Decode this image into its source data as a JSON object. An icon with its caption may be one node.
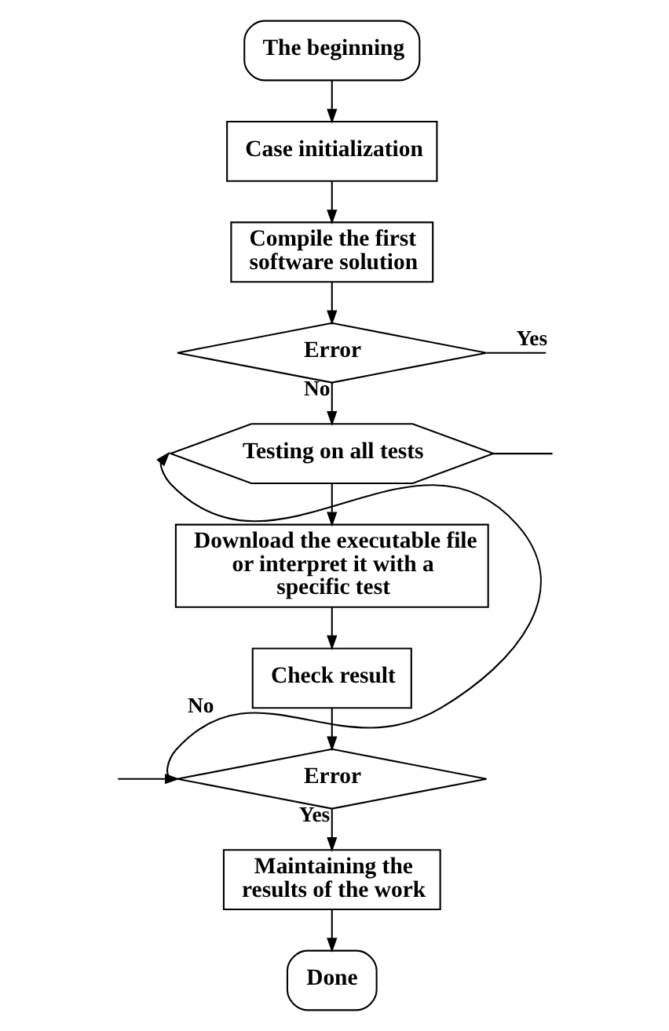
{
  "diagram": {
    "nodes": [
      {
        "text": [
          "The beginning"
        ]
      },
      {
        "text": [
          "Case initialization"
        ]
      },
      {
        "text": [
          "Compile the first software solution"
        ]
      },
      {
        "text": [
          "Error"
        ]
      },
      {
        "text": [
          "Testing on all tests"
        ]
      },
      {
        "text": [
          "Download the executable file or interpret it with a specific test"
        ]
      },
      {
        "text": [
          "Check result"
        ]
      },
      {
        "text": [
          "Error"
        ]
      },
      {
        "text": [
          "Maintaining the results of the work"
        ]
      },
      {
        "text": [
          "Done"
        ]
      }
    ],
    "edges": [
      {
        "from": 0,
        "to": 1,
        "arrow": "to"
      },
      {
        "from": 1,
        "to": 2,
        "arrow": "to"
      },
      {
        "from": 2,
        "to": 3,
        "arrow": "to"
      },
      {
        "from": 3,
        "to": null,
        "arrow": "none",
        "label": "Yes"
      },
      {
        "from": 3,
        "to": 4,
        "arrow": "to",
        "label": "No"
      },
      {
        "from": 4,
        "to": null,
        "arrow": "none"
      },
      {
        "from": 4,
        "to": 5,
        "arrow": "to"
      },
      {
        "from": 5,
        "to": 6,
        "arrow": "to"
      },
      {
        "from": 6,
        "to": 7,
        "arrow": "to"
      },
      {
        "from": null,
        "to": 7,
        "arrow": "to"
      },
      {
        "from": 7,
        "to": 4,
        "arrow": "to",
        "label": "No"
      },
      {
        "from": 7,
        "to": 8,
        "arrow": "to",
        "label": "Yes"
      },
      {
        "from": 8,
        "to": 9,
        "arrow": "to"
      }
    ]
  }
}
